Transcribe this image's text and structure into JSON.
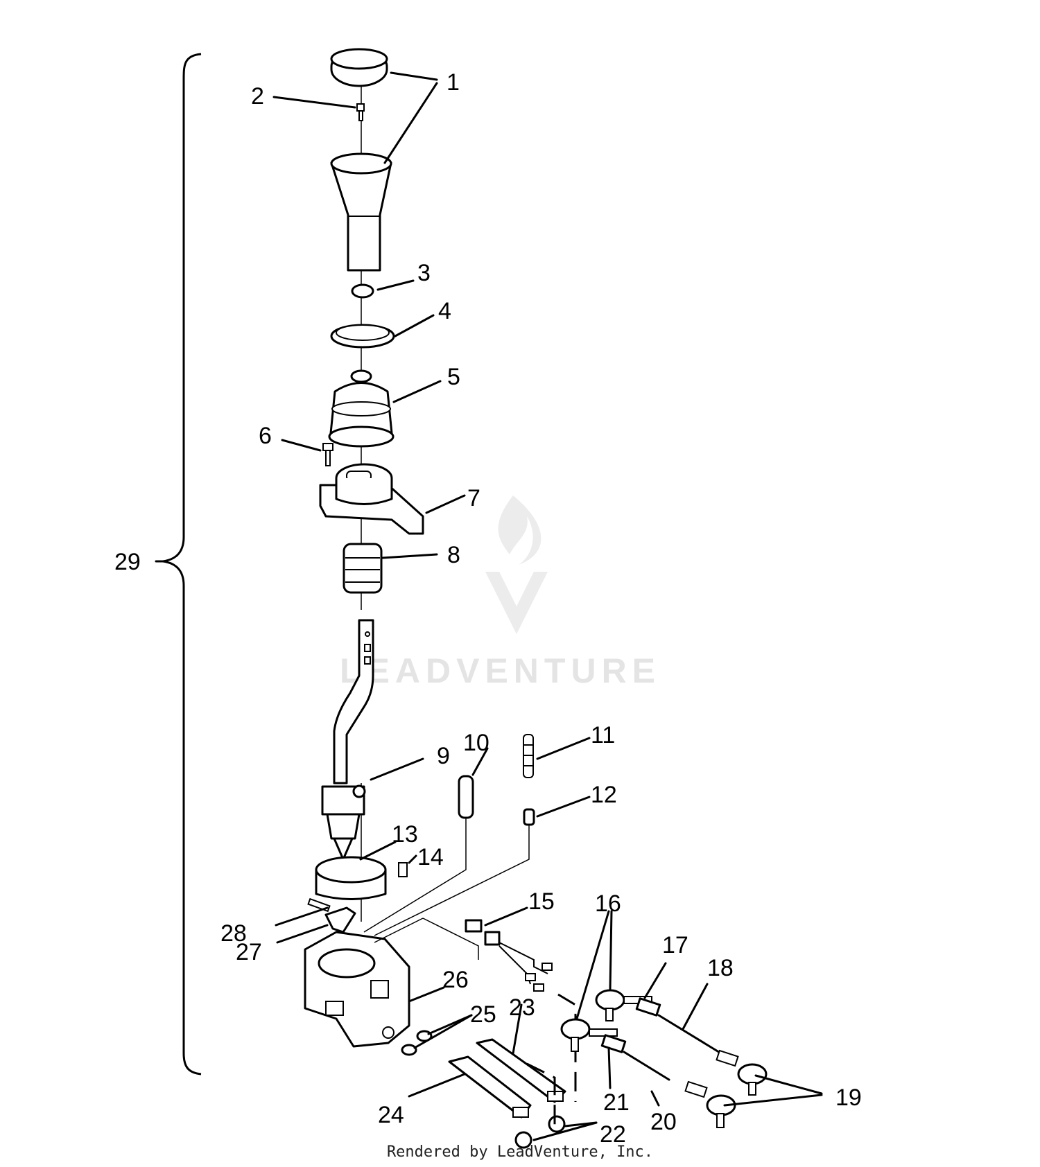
{
  "watermark": {
    "text": "LEADVENTURE"
  },
  "footer": {
    "text": "Rendered by LeadVenture, Inc."
  },
  "callouts": {
    "c1": "1",
    "c2": "2",
    "c3": "3",
    "c4": "4",
    "c5": "5",
    "c6": "6",
    "c7": "7",
    "c8": "8",
    "c9": "9",
    "c10": "10",
    "c11": "11",
    "c12": "12",
    "c13": "13",
    "c14": "14",
    "c15": "15",
    "c16": "16",
    "c17": "17",
    "c18": "18",
    "c19": "19",
    "c20": "20",
    "c21": "21",
    "c22": "22",
    "c23": "23",
    "c24": "24",
    "c25": "25",
    "c26": "26",
    "c27": "27",
    "c28": "28",
    "c29": "29"
  }
}
